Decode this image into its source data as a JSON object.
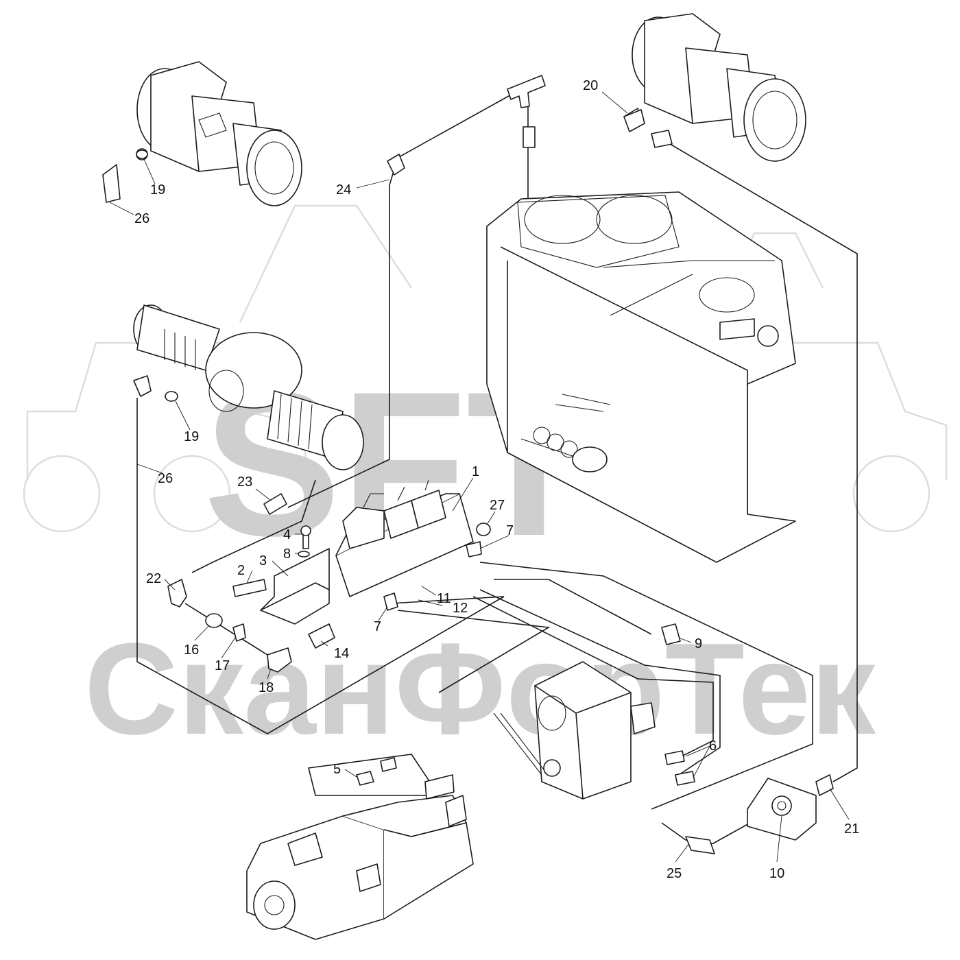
{
  "watermark": {
    "logo_text": "SFT",
    "company_text": "СканФорТек",
    "color": "#cfcfcf"
  },
  "callouts": [
    {
      "id": "c-1",
      "label": "1"
    },
    {
      "id": "c-2",
      "label": "2"
    },
    {
      "id": "c-3",
      "label": "3"
    },
    {
      "id": "c-4",
      "label": "4"
    },
    {
      "id": "c-5",
      "label": "5"
    },
    {
      "id": "c-6",
      "label": "6"
    },
    {
      "id": "c-7a",
      "label": "7"
    },
    {
      "id": "c-7b",
      "label": "7"
    },
    {
      "id": "c-8",
      "label": "8"
    },
    {
      "id": "c-9",
      "label": "9"
    },
    {
      "id": "c-10",
      "label": "10"
    },
    {
      "id": "c-11",
      "label": "11"
    },
    {
      "id": "c-12",
      "label": "12"
    },
    {
      "id": "c-14",
      "label": "14"
    },
    {
      "id": "c-16",
      "label": "16"
    },
    {
      "id": "c-17",
      "label": "17"
    },
    {
      "id": "c-18",
      "label": "18"
    },
    {
      "id": "c-19a",
      "label": "19"
    },
    {
      "id": "c-19b",
      "label": "19"
    },
    {
      "id": "c-20",
      "label": "20"
    },
    {
      "id": "c-21",
      "label": "21"
    },
    {
      "id": "c-22",
      "label": "22"
    },
    {
      "id": "c-23",
      "label": "23"
    },
    {
      "id": "c-24",
      "label": "24"
    },
    {
      "id": "c-25",
      "label": "25"
    },
    {
      "id": "c-26a",
      "label": "26"
    },
    {
      "id": "c-26b",
      "label": "26"
    },
    {
      "id": "c-27",
      "label": "27"
    }
  ]
}
